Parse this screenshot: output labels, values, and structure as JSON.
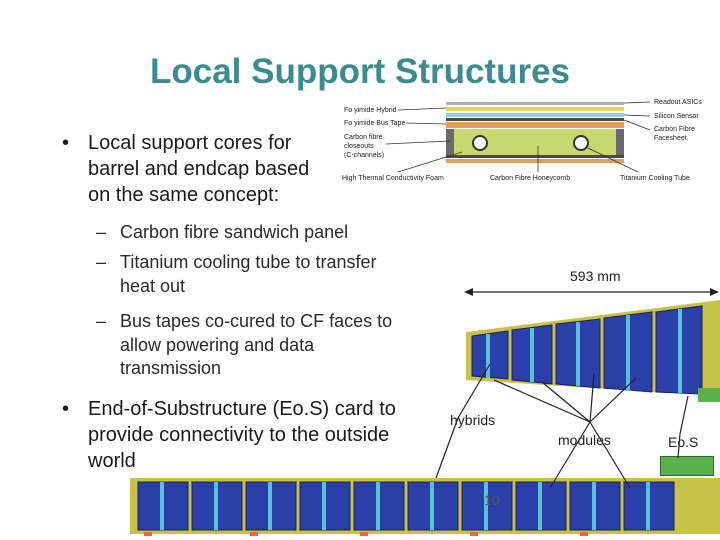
{
  "title": "Local Support Structures",
  "bullets": [
    {
      "lines": [
        "Local support cores for",
        "barrel and endcap based",
        "on the same concept:"
      ]
    },
    {
      "lines": [
        "End-of-Substructure (Eo.S) card to",
        "provide connectivity to the outside",
        "world"
      ]
    }
  ],
  "sub_bullets": [
    {
      "lines": [
        "Carbon fibre sandwich panel"
      ]
    },
    {
      "lines": [
        "Titanium cooling tube to transfer",
        "heat out"
      ]
    },
    {
      "lines": [
        "Bus tapes co-cured to CF faces to",
        "allow powering and data",
        "transmission"
      ]
    }
  ],
  "bullet_symbol": "•",
  "dash_symbol": "–",
  "cross_section": {
    "labels_left": [
      "Fo yimide Hybrid",
      "Fo yimide Bus Tape",
      "Carbon fibre",
      "closeouts",
      "(C-channels)"
    ],
    "labels_right": [
      "Readout ASICs",
      "Silicon Sensor",
      "Carbon Fibre",
      "Facesheet"
    ],
    "labels_bottom": [
      "High Thermal Conductivity Foam",
      "Carbon Fibre Honeycomb",
      "Titanium Cooling Tube"
    ]
  },
  "dimension_label": "593 mm",
  "callouts": {
    "hybrids": "hybrids",
    "modules": "modules",
    "eos": "Eo.S"
  },
  "page_number": "10",
  "colors": {
    "title": "#3c8c8c",
    "module": "#2a3fa8",
    "frame": "#c8c24a",
    "eos": "#5ab04a"
  }
}
